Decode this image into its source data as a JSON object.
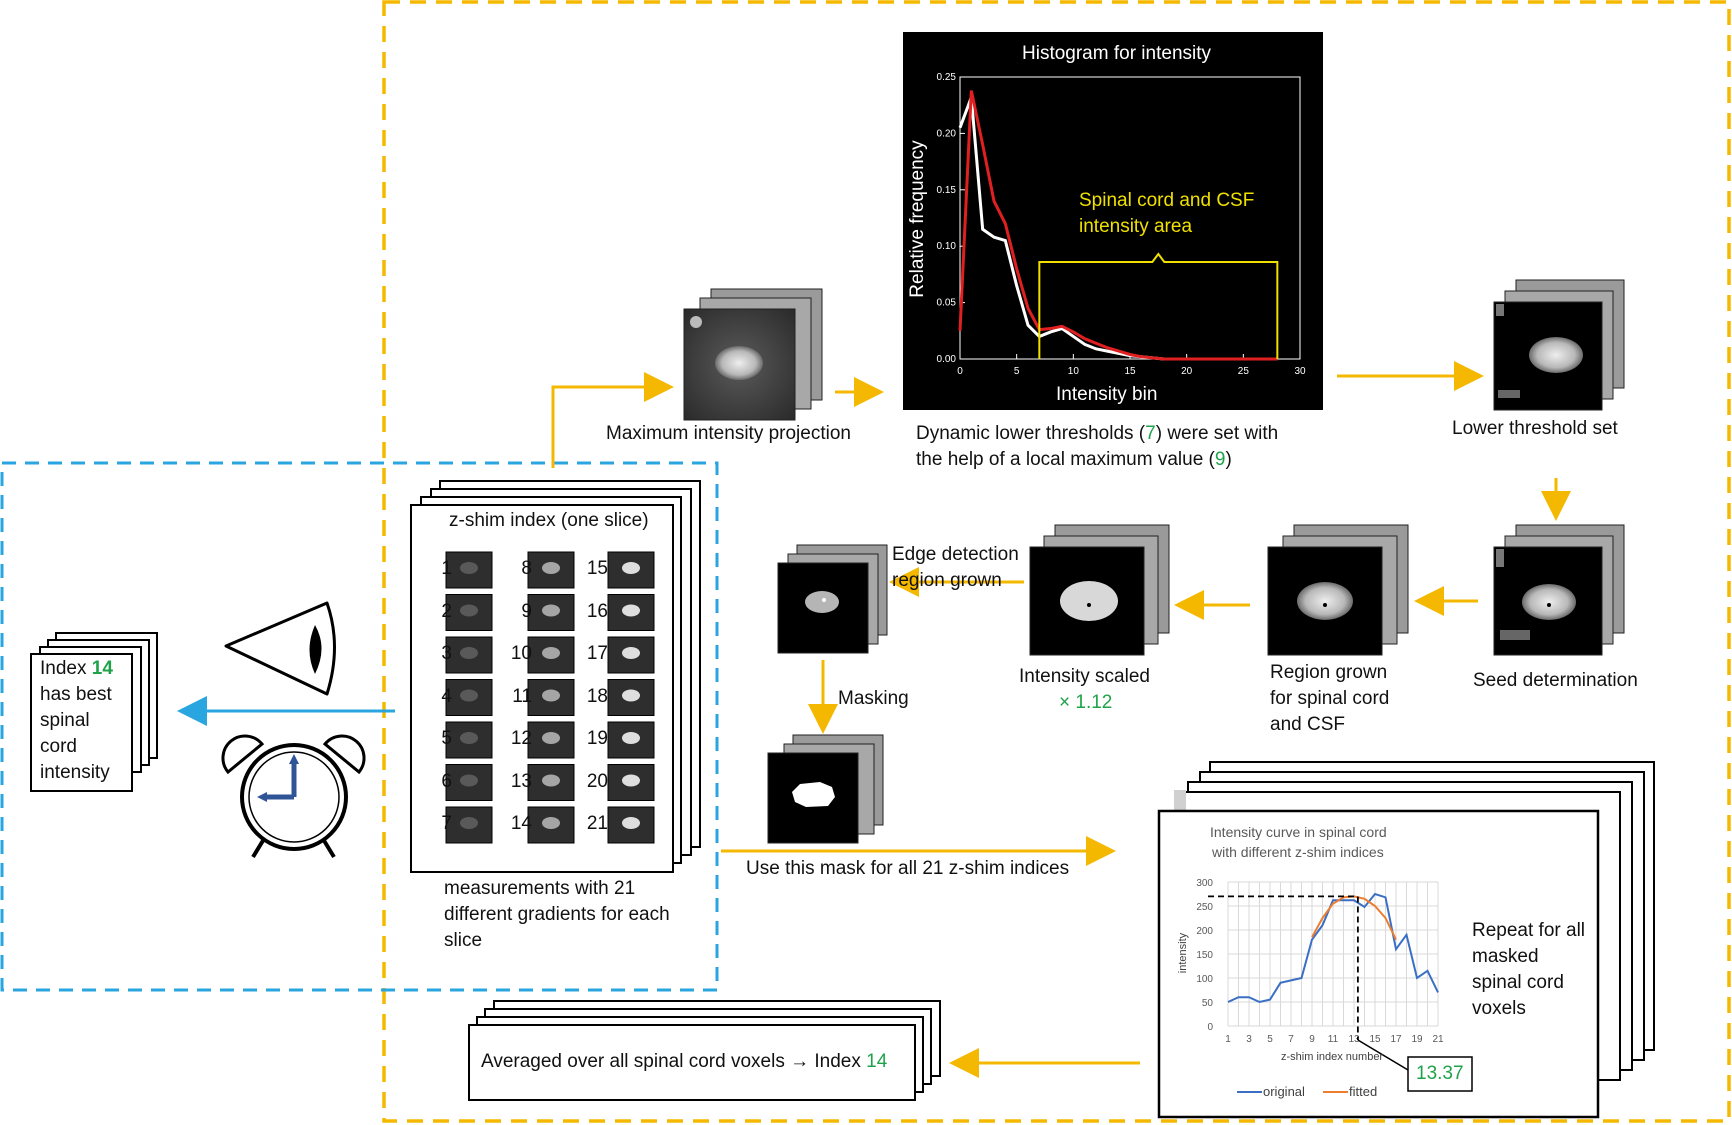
{
  "colors": {
    "yellow_box": "#f5b800",
    "blue_box": "#29a6e0",
    "arrow_yellow": "#f5b800",
    "arrow_blue": "#29a6e0",
    "green": "#1fa34a",
    "hist_red": "#e02020",
    "hist_white": "#ffffff",
    "hist_label": "#f0e000",
    "curve_blue": "#3a6fc4",
    "curve_orange": "#ed7d31",
    "clock_blue": "#2f5597"
  },
  "labels": {
    "mip": "Maximum intensity projection",
    "thresholds_line1_pre": "Dynamic lower thresholds (",
    "thresholds_line1_num": "7",
    "thresholds_line1_post": ") were set with",
    "thresholds_line2_pre": "the help of a local maximum value (",
    "thresholds_line2_num": "9",
    "thresholds_line2_post": ")",
    "lower_threshold": "Lower threshold set",
    "seed": "Seed determination",
    "region_grown_1": "Region grown",
    "region_grown_2": "for spinal cord",
    "region_grown_3": "and CSF",
    "intensity_scaled": "Intensity scaled",
    "scale_factor": "× 1.12",
    "edge_1": "Edge detection",
    "edge_2": "region grown",
    "masking": "Masking",
    "use_mask": "Use this mask for all 21 z-shim indices",
    "zshim_title": "z-shim index (one slice)",
    "measurements_1": "measurements with 21",
    "measurements_2": "different gradients for each",
    "measurements_3": "slice",
    "index_pre": "Index ",
    "index_num": "14",
    "index_l2": "has best",
    "index_l3": "spinal",
    "index_l4": "cord",
    "index_l5": "intensity",
    "averaged_pre": "Averaged over all spinal cord voxels → Index ",
    "averaged_num": "14",
    "repeat_1": "Repeat for all",
    "repeat_2": "masked",
    "repeat_3": "spinal cord",
    "repeat_4": "voxels",
    "peak_value": "13.37"
  },
  "zshim_indices": [
    "1",
    "2",
    "3",
    "4",
    "5",
    "6",
    "7",
    "8",
    "9",
    "10",
    "11",
    "12",
    "13",
    "14",
    "15",
    "16",
    "17",
    "18",
    "19",
    "20",
    "21"
  ],
  "chart_data": [
    {
      "type": "line",
      "title": "Histogram for intensity",
      "xlabel": "Intensity bin",
      "ylabel": "Relative frequency",
      "xlim": [
        0,
        30
      ],
      "ylim": [
        0,
        0.25
      ],
      "xticks": [
        "0",
        "5",
        "10",
        "15",
        "20",
        "25",
        "30"
      ],
      "yticks": [
        "0.00",
        "0.05",
        "0.10",
        "0.15",
        "0.20",
        "0.25"
      ],
      "annotation": "Spinal cord and CSF intensity area",
      "annotation_l1": "Spinal cord and CSF",
      "annotation_l2": "intensity area",
      "bracket_range": [
        7,
        28
      ],
      "series": [
        {
          "color": "#ffffff",
          "x": [
            0,
            1,
            2,
            3,
            4,
            5,
            6,
            7,
            8,
            9,
            10,
            11,
            12,
            13,
            14,
            15,
            16,
            17,
            18,
            19,
            20,
            22,
            25,
            28
          ],
          "y": [
            0.205,
            0.232,
            0.115,
            0.108,
            0.105,
            0.065,
            0.03,
            0.02,
            0.024,
            0.027,
            0.02,
            0.013,
            0.009,
            0.007,
            0.005,
            0.003,
            0.002,
            0.001,
            0.0,
            0.0,
            0.0,
            0.0,
            0.0,
            0.0
          ]
        },
        {
          "color": "#e02020",
          "x": [
            0,
            1,
            2,
            3,
            4,
            5,
            6,
            7,
            8,
            9,
            10,
            11,
            12,
            13,
            14,
            15,
            16,
            17,
            18,
            19,
            20,
            22,
            25,
            28
          ],
          "y": [
            0.025,
            0.238,
            0.19,
            0.14,
            0.12,
            0.08,
            0.045,
            0.026,
            0.027,
            0.029,
            0.024,
            0.018,
            0.014,
            0.01,
            0.007,
            0.004,
            0.002,
            0.001,
            0.0,
            0.0,
            0.0,
            0.0,
            0.0,
            0.0
          ]
        }
      ]
    },
    {
      "type": "line",
      "title": "Intensity curve in spinal cord",
      "subtitle": "with different z-shim indices",
      "xlabel": "z-shim index number",
      "ylabel": "intensity",
      "xlim": [
        1,
        21
      ],
      "ylim": [
        0,
        300
      ],
      "xticks": [
        "1",
        "3",
        "5",
        "7",
        "9",
        "11",
        "13",
        "15",
        "17",
        "19",
        "21"
      ],
      "yticks": [
        "0",
        "50",
        "100",
        "150",
        "200",
        "250",
        "300"
      ],
      "peak_x": 13.37,
      "peak_y": 270,
      "series": [
        {
          "name": "original",
          "color": "#3a6fc4",
          "x": [
            1,
            2,
            3,
            4,
            5,
            6,
            7,
            8,
            9,
            10,
            11,
            12,
            13,
            14,
            15,
            16,
            17,
            18,
            19,
            20,
            21
          ],
          "y": [
            50,
            60,
            60,
            50,
            55,
            90,
            95,
            100,
            180,
            210,
            262,
            262,
            262,
            248,
            275,
            268,
            160,
            190,
            100,
            115,
            70
          ]
        },
        {
          "name": "fitted",
          "color": "#ed7d31",
          "x": [
            9,
            10,
            11,
            12,
            13,
            14,
            15,
            16,
            17
          ],
          "y": [
            185,
            225,
            255,
            268,
            270,
            265,
            250,
            225,
            180
          ]
        }
      ]
    }
  ]
}
